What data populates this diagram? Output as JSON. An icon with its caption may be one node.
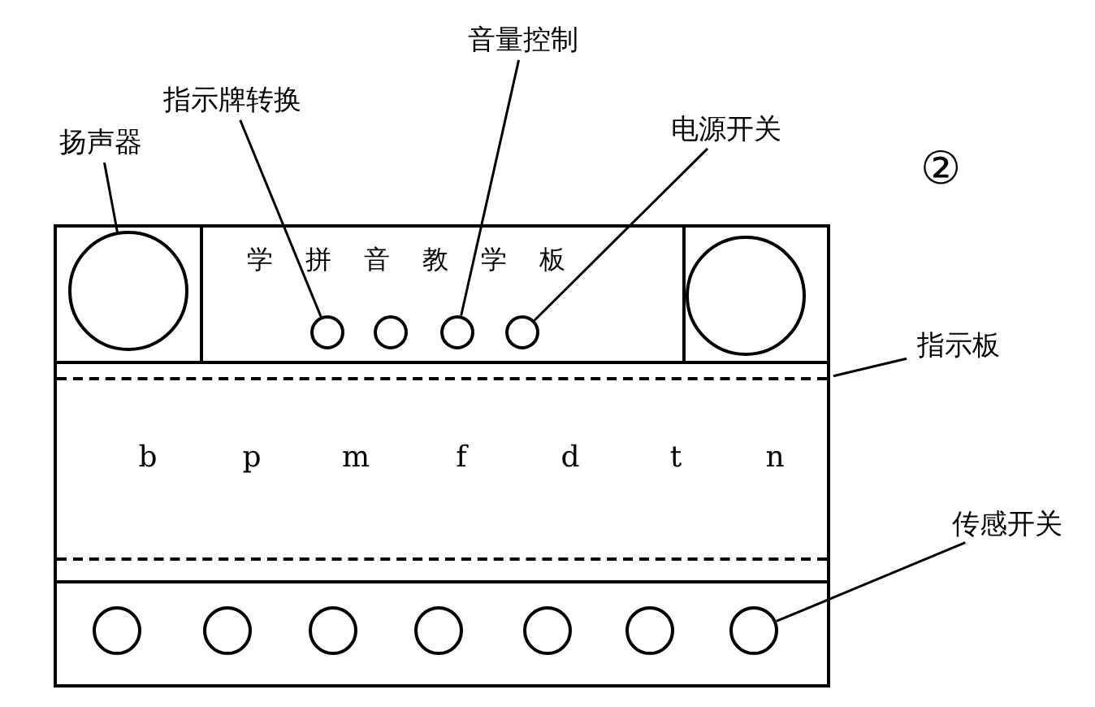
{
  "diagram": {
    "nodes": [
      {
        "text": [
          "扬声器"
        ]
      },
      {
        "text": [
          "指示牌转换"
        ]
      },
      {
        "text": [
          "音量控制"
        ]
      },
      {
        "text": [
          "电源开关"
        ]
      },
      {
        "text": [
          "指示板"
        ]
      },
      {
        "text": [
          "传感开关"
        ]
      },
      {
        "text": [],
        "shape": "box"
      },
      {
        "text": [],
        "shape": "box",
        "in": 6
      },
      {
        "text": [],
        "shape": "circle",
        "in": 7
      },
      {
        "text": [
          "学拼音教学板"
        ],
        "in": 6
      },
      {
        "text": [],
        "shape": "circle",
        "in": 9
      },
      {
        "text": [],
        "shape": "circle",
        "in": 9
      },
      {
        "text": [],
        "shape": "circle",
        "in": 9
      },
      {
        "text": [],
        "shape": "circle",
        "in": 9
      },
      {
        "text": [],
        "shape": "box",
        "in": 6
      },
      {
        "text": [],
        "shape": "circle",
        "in": 14
      },
      {
        "text": [
          "b",
          "p",
          "m",
          "f",
          "d",
          "t",
          "n"
        ],
        "in": 6
      },
      {
        "text": [],
        "shape": "box",
        "in": 6
      },
      {
        "text": [],
        "shape": "circle",
        "in": 17
      },
      {
        "text": [],
        "shape": "circle",
        "in": 17
      },
      {
        "text": [],
        "shape": "circle",
        "in": 17
      },
      {
        "text": [],
        "shape": "circle",
        "in": 17
      },
      {
        "text": [],
        "shape": "circle",
        "in": 17
      },
      {
        "text": [],
        "shape": "circle",
        "in": 17
      },
      {
        "text": [],
        "shape": "circle",
        "in": 17
      }
    ],
    "edges": [
      {
        "from": 0,
        "to": 8,
        "arrow": "none"
      },
      {
        "from": 1,
        "to": 10,
        "arrow": "none"
      },
      {
        "from": 2,
        "to": 12,
        "arrow": "none"
      },
      {
        "from": 3,
        "to": 13,
        "arrow": "none"
      },
      {
        "from": 4,
        "to": 16,
        "arrow": "none"
      },
      {
        "from": 5,
        "to": 24,
        "arrow": "none"
      }
    ],
    "labels": [
      "②"
    ]
  }
}
